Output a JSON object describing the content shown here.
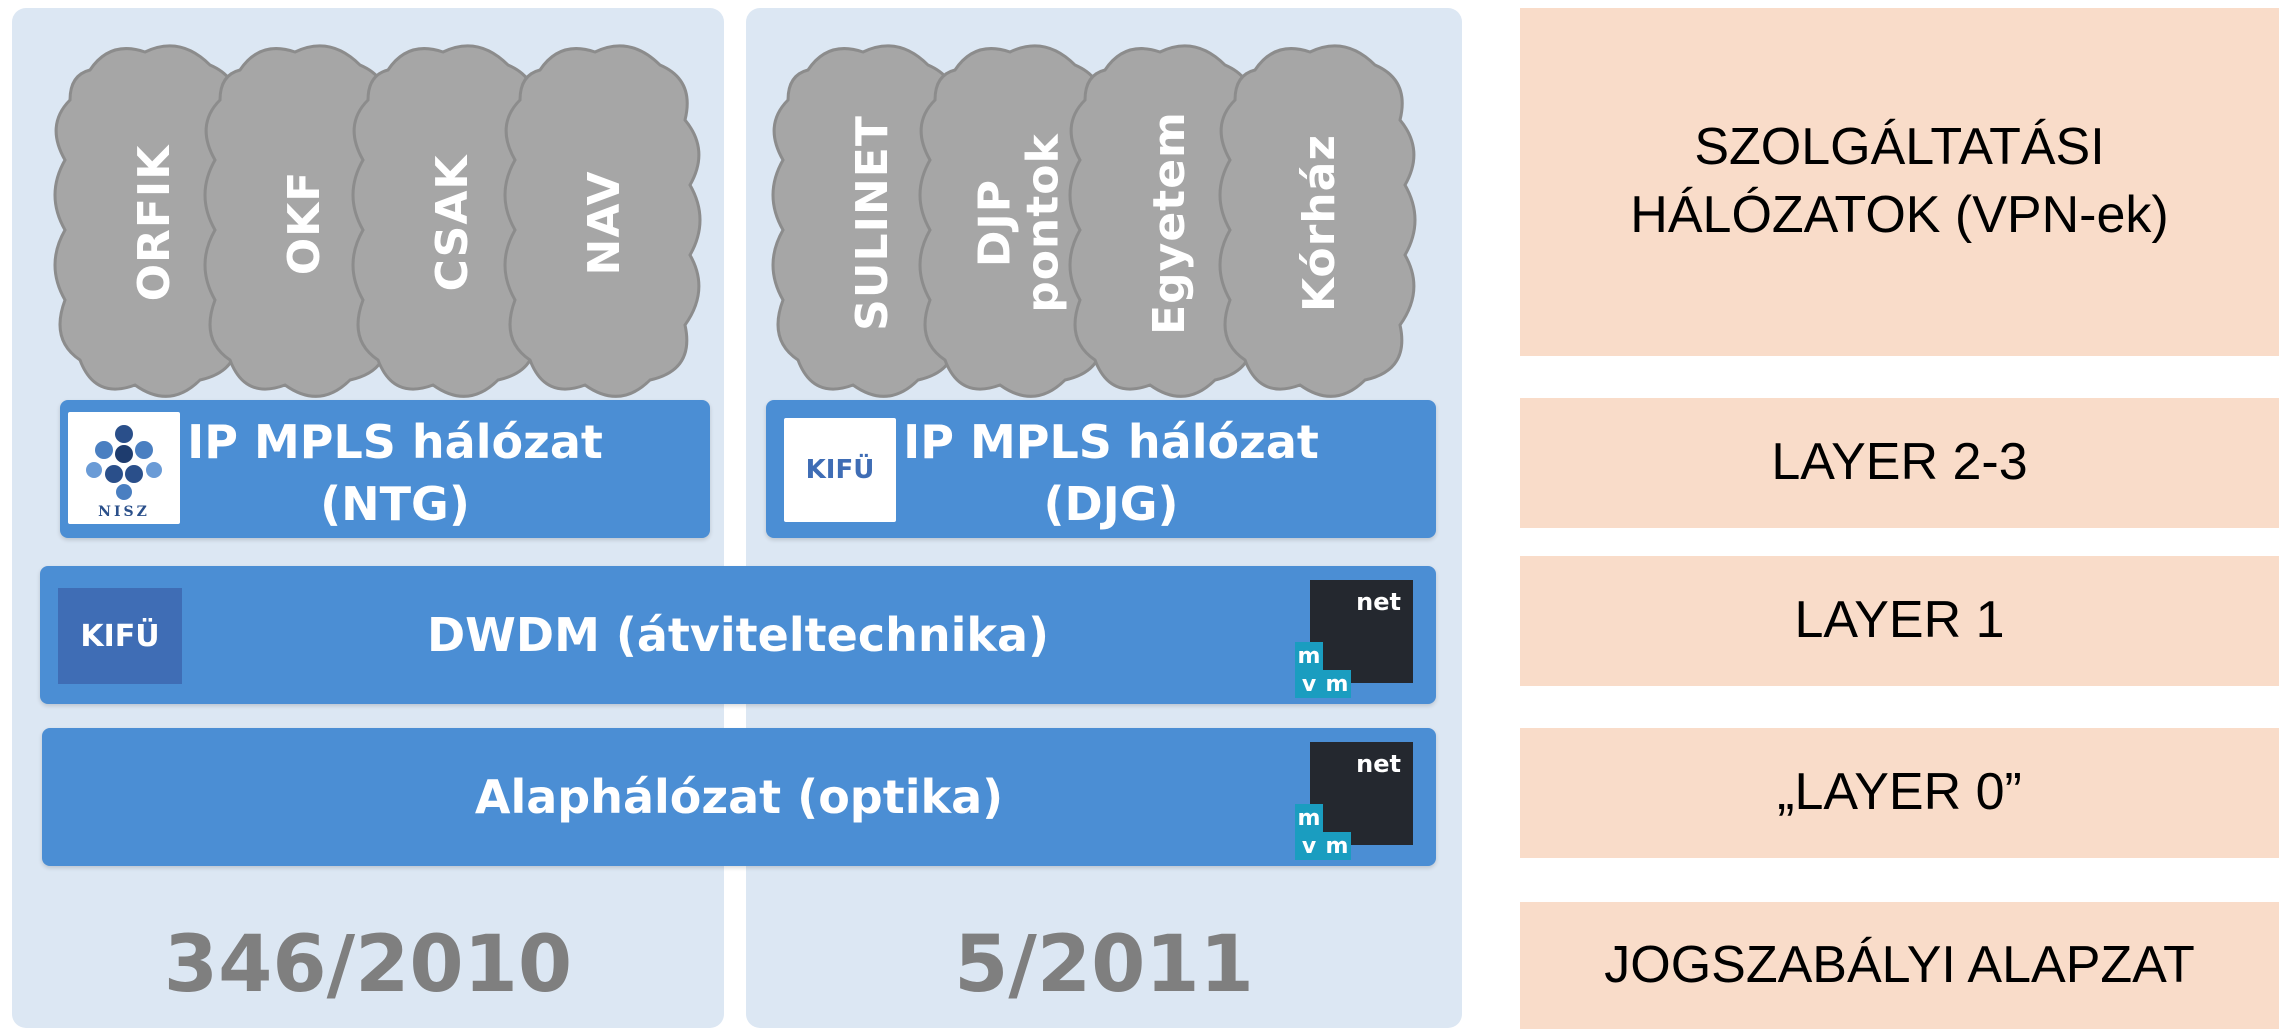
{
  "left_panel": {
    "clouds": [
      "ORFIK",
      "OKF",
      "CSAK",
      "NAV"
    ],
    "network_label_line1": "IP MPLS hálózat",
    "network_label_line2": "(NTG)",
    "logo_text": "NISZ",
    "regulation": "346/2010"
  },
  "right_panel": {
    "clouds": [
      "SULINET",
      "DJP\npontok",
      "Egyetem",
      "Kórház"
    ],
    "network_label_line1": "IP MPLS hálózat",
    "network_label_line2": "(DJG)",
    "logo_text": "KIFÜ",
    "regulation": "5/2011"
  },
  "shared_bars": {
    "dwdm_label": "DWDM (átviteltechnika)",
    "dwdm_logo": "KIFÜ",
    "base_label": "Alaphálózat (optika)",
    "mvm_net": "net",
    "mvm_m1": "m",
    "mvm_v": "v",
    "mvm_m2": "m"
  },
  "layers": [
    {
      "line1": "SZOLGÁLTATÁSI",
      "line2": "HÁLÓZATOK (VPN-ek)"
    },
    {
      "line1": "LAYER 2-3",
      "line2": ""
    },
    {
      "line1": "LAYER 1",
      "line2": ""
    },
    {
      "line1": "„LAYER 0”",
      "line2": ""
    },
    {
      "line1": "JOGSZABÁLYI ALAPZAT",
      "line2": ""
    }
  ],
  "colors": {
    "panel_bg": "#dce7f3",
    "bar_blue": "#4b8ed4",
    "cloud_gray": "#a6a6a6",
    "layer_peach": "#f9dcc9",
    "year_gray": "#7f7f7f"
  }
}
